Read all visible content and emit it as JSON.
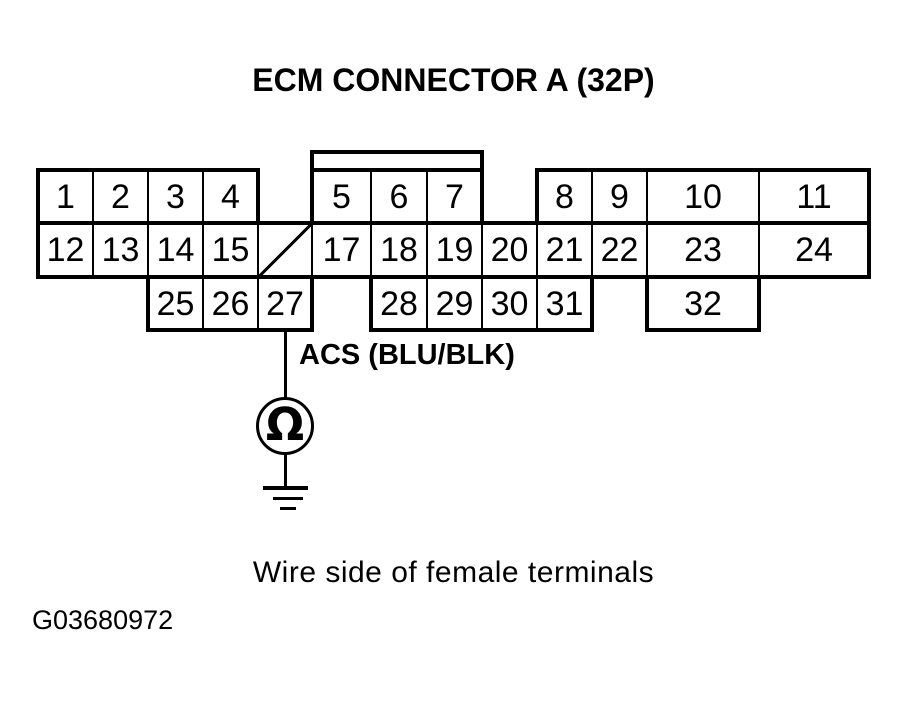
{
  "title": "ECM CONNECTOR A (32P)",
  "connector_grid": {
    "row1_block_a": [
      "1",
      "2",
      "3",
      "4"
    ],
    "row1_block_b": [
      "5",
      "6",
      "7"
    ],
    "row1_block_c": [
      "8",
      "9",
      "10",
      "11"
    ],
    "row2": [
      "12",
      "13",
      "14",
      "15",
      "",
      "17",
      "18",
      "19",
      "20",
      "21",
      "22",
      "23",
      "24"
    ],
    "row2_slash_index": 4,
    "row3_block_d": [
      "25",
      "26",
      "27"
    ],
    "row3_block_e": [
      "28",
      "29",
      "30",
      "31"
    ],
    "row3_block_f": [
      "32"
    ]
  },
  "probe": {
    "wire_label": "ACS (BLU/BLK)",
    "meter_symbol": "Ω"
  },
  "caption": "Wire side of female terminals",
  "figure_id": "G03680972",
  "colors": {
    "ink": "#000000",
    "background": "#ffffff"
  }
}
